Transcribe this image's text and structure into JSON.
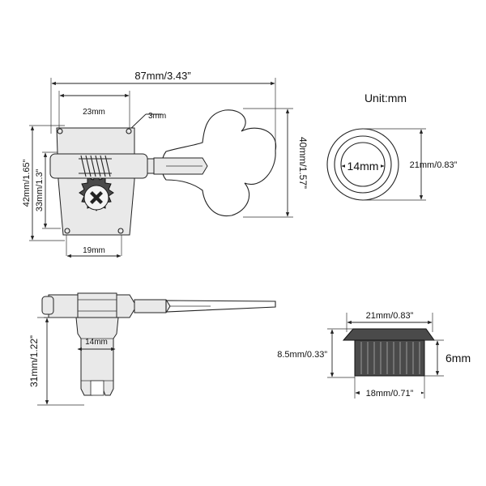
{
  "unit_label": "Unit:mm",
  "top_view": {
    "total_length": "87mm/3.43”",
    "hole_spacing_top": "23mm",
    "hole_diameter": "3mm",
    "hole_spacing_bottom": "19mm",
    "plate_height_outer": "42mm/1.65”",
    "plate_height_inner": "33mm/1.3”",
    "key_width": "40mm/1.57”"
  },
  "bushing_top": {
    "inner_diameter": "14mm",
    "outer_diameter": "21mm/0.83”"
  },
  "side_view": {
    "post_width": "14mm",
    "post_height": "31mm/1.22”"
  },
  "bushing_side": {
    "top_diameter": "21mm/0.83”",
    "bottom_diameter": "18mm/0.71”",
    "total_height": "8.5mm/0.33”",
    "thread_height": "6mm"
  }
}
